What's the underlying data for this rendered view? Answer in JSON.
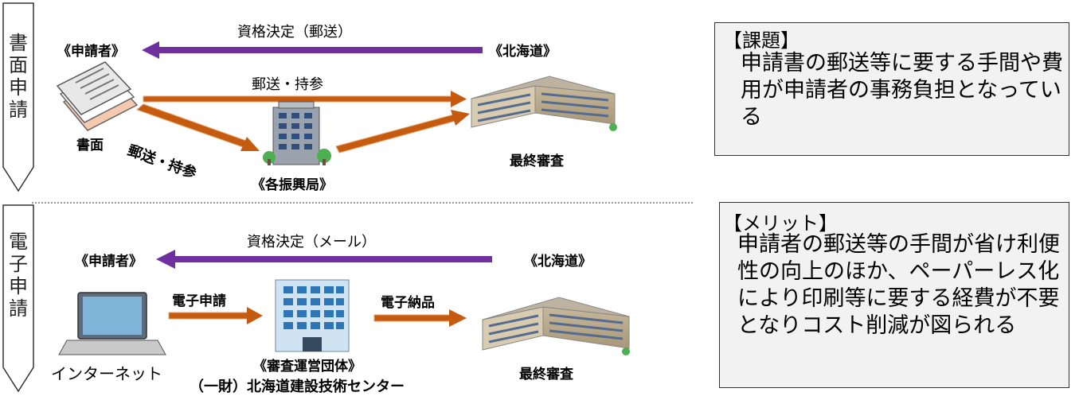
{
  "paper": {
    "tab": "書面申請",
    "applicant": "《申請者》",
    "hokkaido": "《北海道》",
    "decision": "資格決定（郵送）",
    "mail_top": "郵送・持参",
    "mail_diag": "郵送・持参",
    "document_label": "書面",
    "office": "《各振興局》",
    "final_review": "最終審査"
  },
  "electronic": {
    "tab": "電子申請",
    "applicant": "《申請者》",
    "hokkaido": "《北海道》",
    "decision": "資格決定（メール）",
    "apply": "電子申請",
    "deliver": "電子納品",
    "internet": "インターネット",
    "org": "《審査運営団体》",
    "org_name": "（一財）北海道建設技術センター",
    "final_review": "最終審査"
  },
  "issue_box": {
    "title": "【課題】",
    "body": "申請書の郵送等に要する手間や費用が申請者の事務負担となっている"
  },
  "merit_box": {
    "title": "【メリット】",
    "body": "申請者の郵送等の手間が省け利便性の向上のほか、ペーパーレス化により印刷等に要する経費が不要となりコスト削減が図られる"
  },
  "colors": {
    "purple_arrow": "#7030a0",
    "orange_arrow": "#c55a11",
    "box_fill": "#f2f2f2"
  }
}
